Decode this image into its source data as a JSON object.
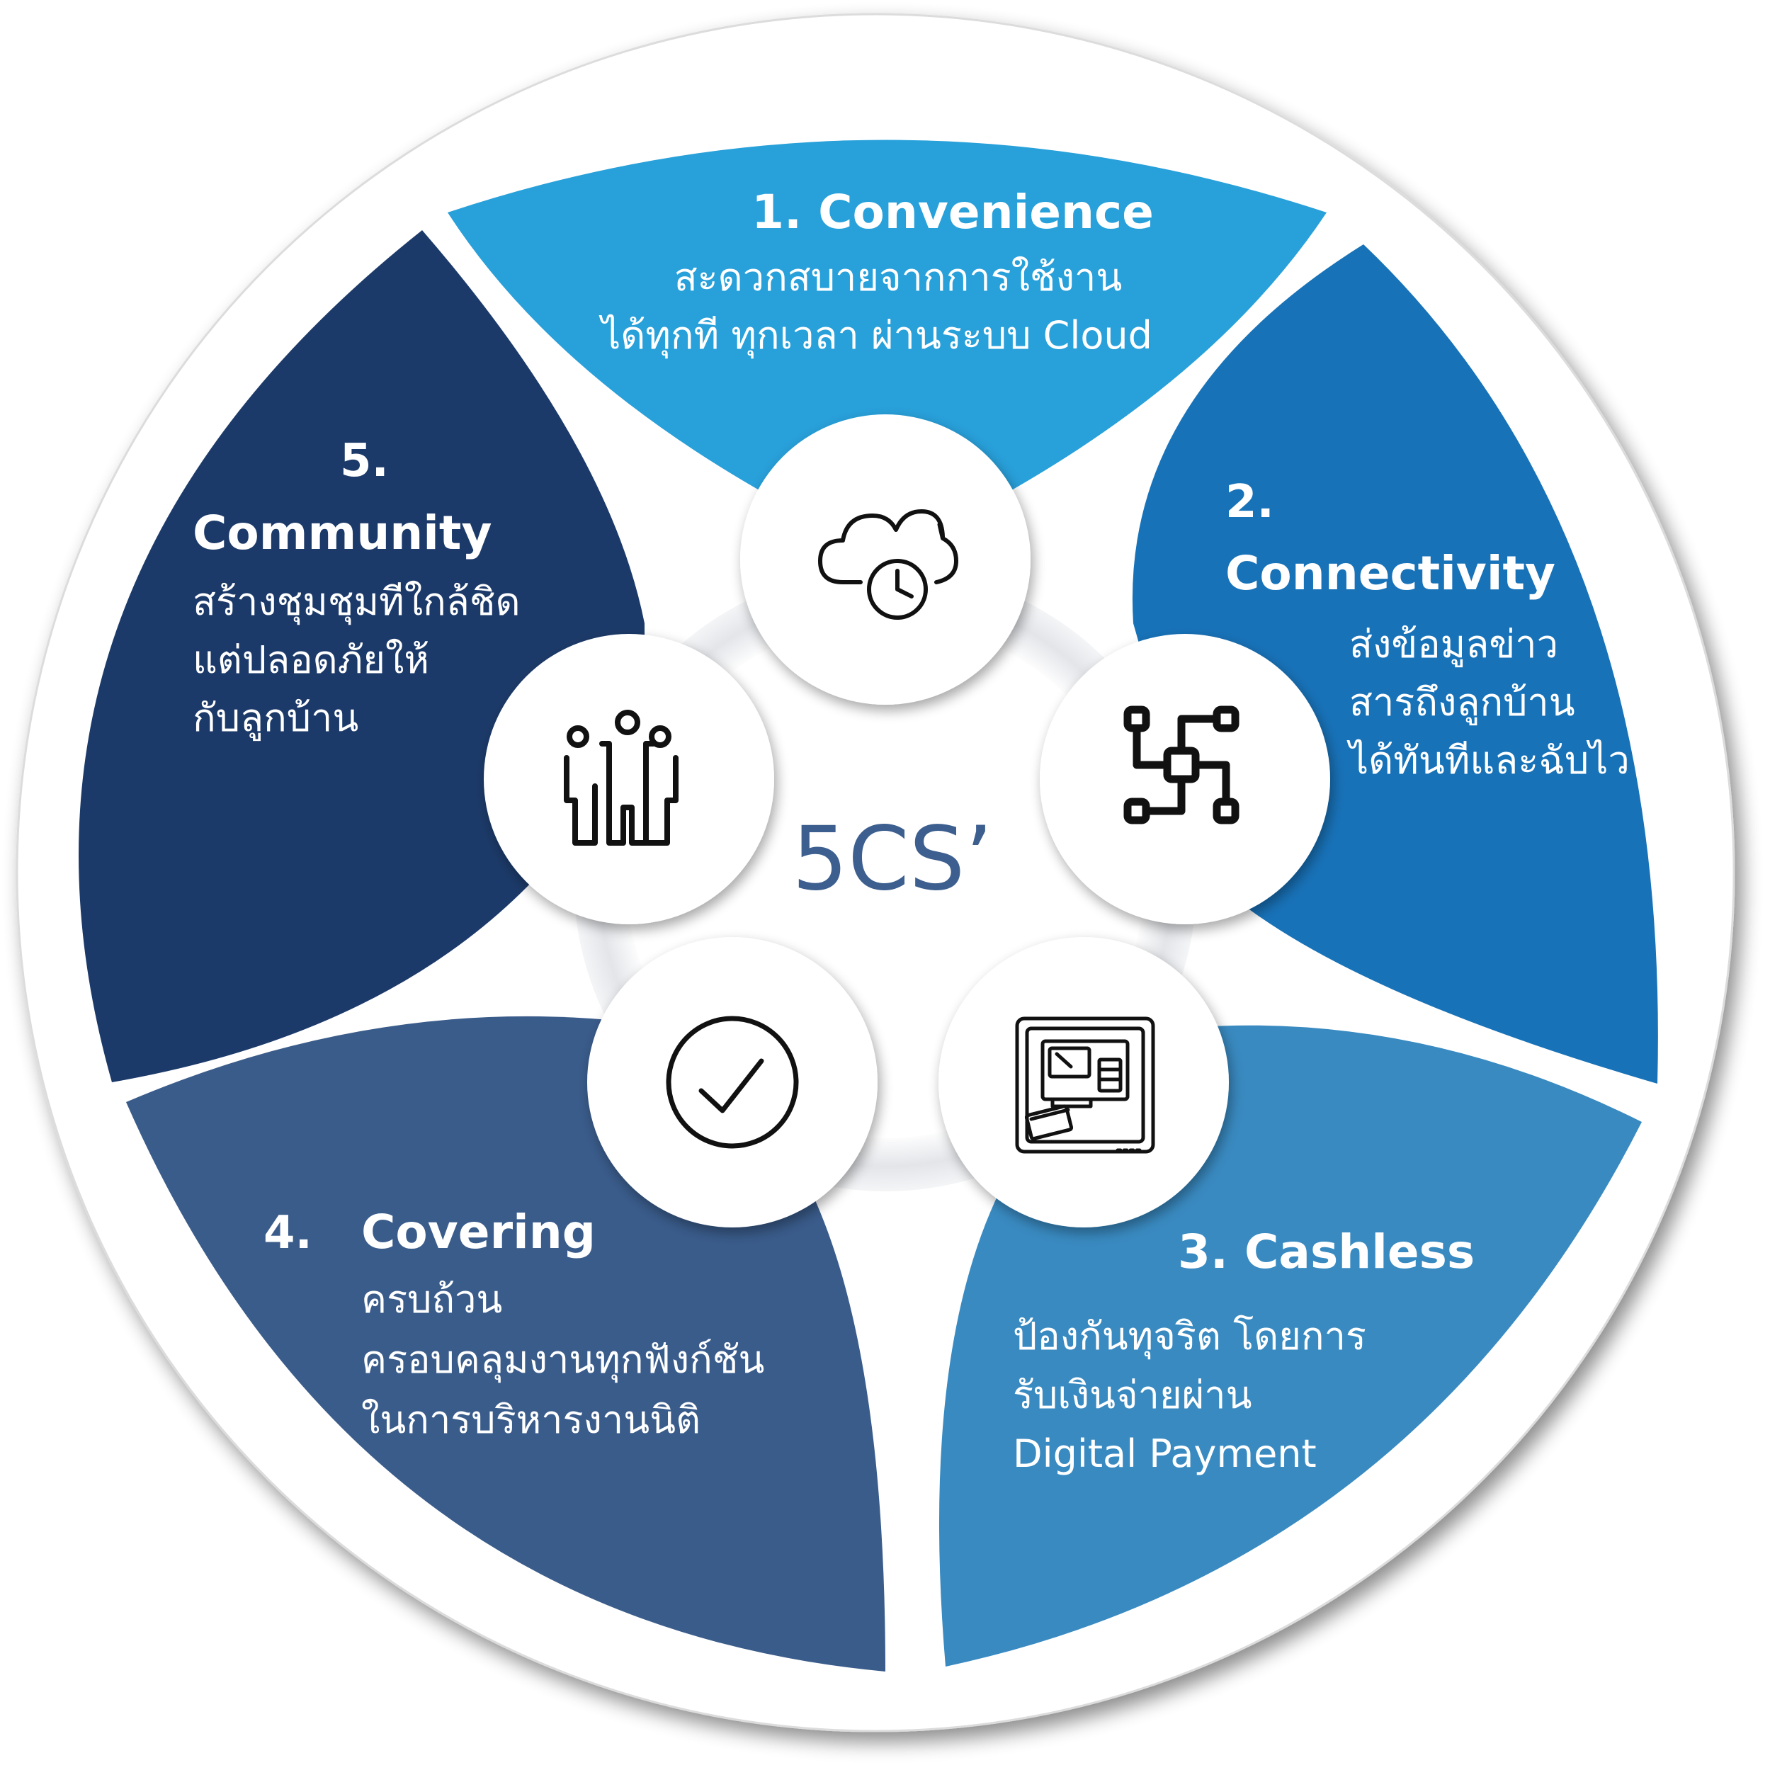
{
  "center": {
    "label": "5CS’"
  },
  "colors": {
    "convenience": "#28a0da",
    "connectivity": "#1872b8",
    "cashless": "#398ac1",
    "covering": "#3a5c8b",
    "community": "#1c3a69",
    "center_text": "#3d5f8f"
  },
  "segments": {
    "convenience": {
      "title": "1. Convenience",
      "lines": [
        "สะดวกสบายจากการใช้งาน",
        "ได้ทุกที ทุกเวลา ผ่านระบบ Cloud"
      ],
      "icon": "cloud-clock-icon"
    },
    "connectivity": {
      "number": "2.",
      "title": "Connectivity",
      "lines": [
        "ส่งข้อมูลข่าว",
        "สารถึงลูกบ้าน",
        "ได้ทันทีและฉับไว"
      ],
      "icon": "network-nodes-icon"
    },
    "cashless": {
      "title": "3. Cashless",
      "lines": [
        "ป้องกันทุจริต โดยการ",
        "รับเงินจ่ายผ่าน",
        "Digital Payment"
      ],
      "icon": "payment-terminal-icon"
    },
    "covering": {
      "number": "4.",
      "title": "Covering",
      "lines": [
        "ครบถ้วน",
        "ครอบคลุมงานทุกฟังก์ชัน",
        "ในการบริหารงานนิติ"
      ],
      "icon": "check-circle-icon"
    },
    "community": {
      "number": "5.",
      "title": "Community",
      "lines": [
        "สร้างชุมชุมทีใกล้ชิด",
        "แต่ปลอดภัยให้",
        "กับลูกบ้าน"
      ],
      "icon": "people-group-icon"
    }
  }
}
